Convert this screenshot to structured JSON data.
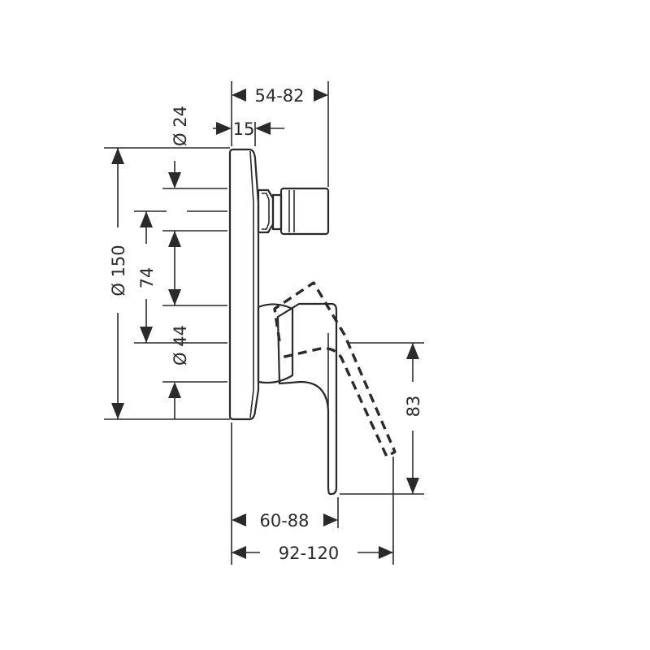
{
  "dimensions": {
    "depth_range_top": "54-82",
    "spindle_offset": "15",
    "diameter_small": "Ø 24",
    "plate_diameter": "Ø 150",
    "spacing": "74",
    "diameter_mid": "Ø 44",
    "lever_height": "83",
    "projection_lever": "60-88",
    "projection_total": "92-120"
  }
}
